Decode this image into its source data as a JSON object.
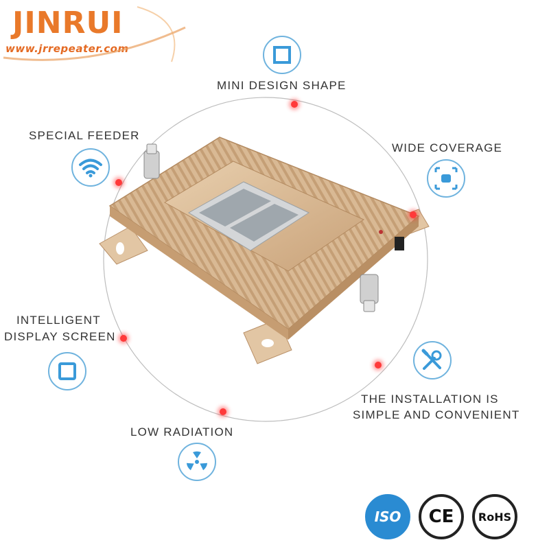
{
  "brand": {
    "name": "JINRUI",
    "url": "www.jrrepeater.com"
  },
  "features": {
    "mini_design": "MINI DESIGN SHAPE",
    "special_feeder": "SPECIAL FEEDER",
    "wide_coverage": "WIDE COVERAGE",
    "intelligent_display_line1": "INTELLIGENT",
    "intelligent_display_line2": "DISPLAY SCREEN",
    "installation_line1": "THE INSTALLATION IS",
    "installation_line2": "SIMPLE AND CONVENIENT",
    "low_radiation": "LOW RADIATION"
  },
  "certifications": {
    "iso": "ISO",
    "ce": "CE",
    "rohs": "RoHS"
  },
  "icons": [
    "square-frame-icon",
    "wifi-icon",
    "expand-icon",
    "display-screen-icon",
    "wrench-screwdriver-icon",
    "radiation-icon"
  ],
  "colors": {
    "accent": "#3a9ad9",
    "brand": "#e9792a",
    "dot": "#ff3a3a",
    "device": "#d8b68f"
  }
}
